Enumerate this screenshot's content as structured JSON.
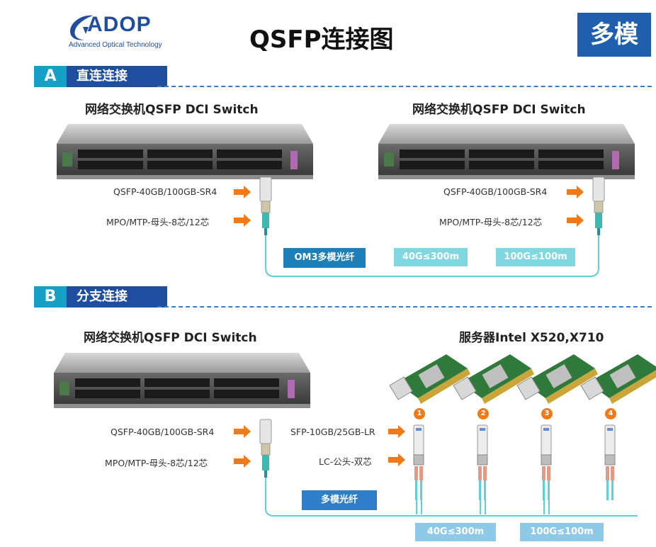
{
  "logo": {
    "name": "ADOP",
    "subtitle": "Advanced Optical Technology"
  },
  "title": "QSFP连接图",
  "mode": "多模",
  "section_a": {
    "letter": "A",
    "title": "直连连接"
  },
  "section_b": {
    "letter": "B",
    "title": "分支连接"
  },
  "a_left_switch_label": "网络交换机QSFP DCI Switch",
  "a_right_switch_label": "网络交换机QSFP DCI Switch",
  "b_switch_label": "网络交换机QSFP DCI Switch",
  "b_server_label": "服务器Intel X520,X710",
  "transceiver_qsfp": "QSFP-40GB/100GB-SR4",
  "connector_mpo": "MPO/MTP-母头-8芯/12芯",
  "transceiver_sfp": "SFP-10GB/25GB-LR",
  "connector_lc": "LC-公头-双芯",
  "fiber_a": "OM3多模光纤",
  "fiber_b": "多模光纤",
  "dist_40g": "40G≤300m",
  "dist_100g": "100G≤100m",
  "server_numbers": [
    "1",
    "2",
    "3",
    "4"
  ],
  "colors": {
    "brand_blue": "#1f4ea1",
    "accent_cyan": "#16a0c8",
    "fiber_cyan": "#5fd0d6",
    "arrow_orange": "#f07a1a"
  }
}
